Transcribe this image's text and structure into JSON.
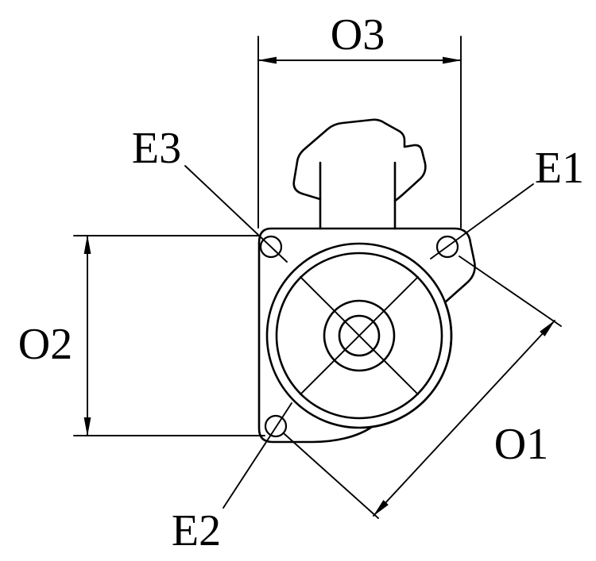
{
  "diagram": {
    "labels": {
      "o3": "O3",
      "e3": "E3",
      "e1": "E1",
      "o2": "O2",
      "o1": "O1",
      "e2": "E2"
    },
    "colors": {
      "line": "#000000",
      "background": "#ffffff"
    }
  }
}
